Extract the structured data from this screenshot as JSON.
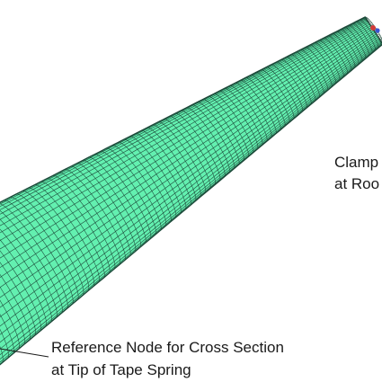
{
  "annotations": {
    "clamp_line1": "Clamp",
    "clamp_line2": "at Roo",
    "reference_line1": "Reference Node for Cross Section",
    "reference_line2": "at Tip of Tape Spring"
  },
  "colors": {
    "mesh_fill": "#63f0b0",
    "mesh_lines": "#1d4a3a",
    "text": "#1a1a1a",
    "clamp_marker_red": "#d23a3a",
    "clamp_marker_blue": "#3a55d2"
  }
}
